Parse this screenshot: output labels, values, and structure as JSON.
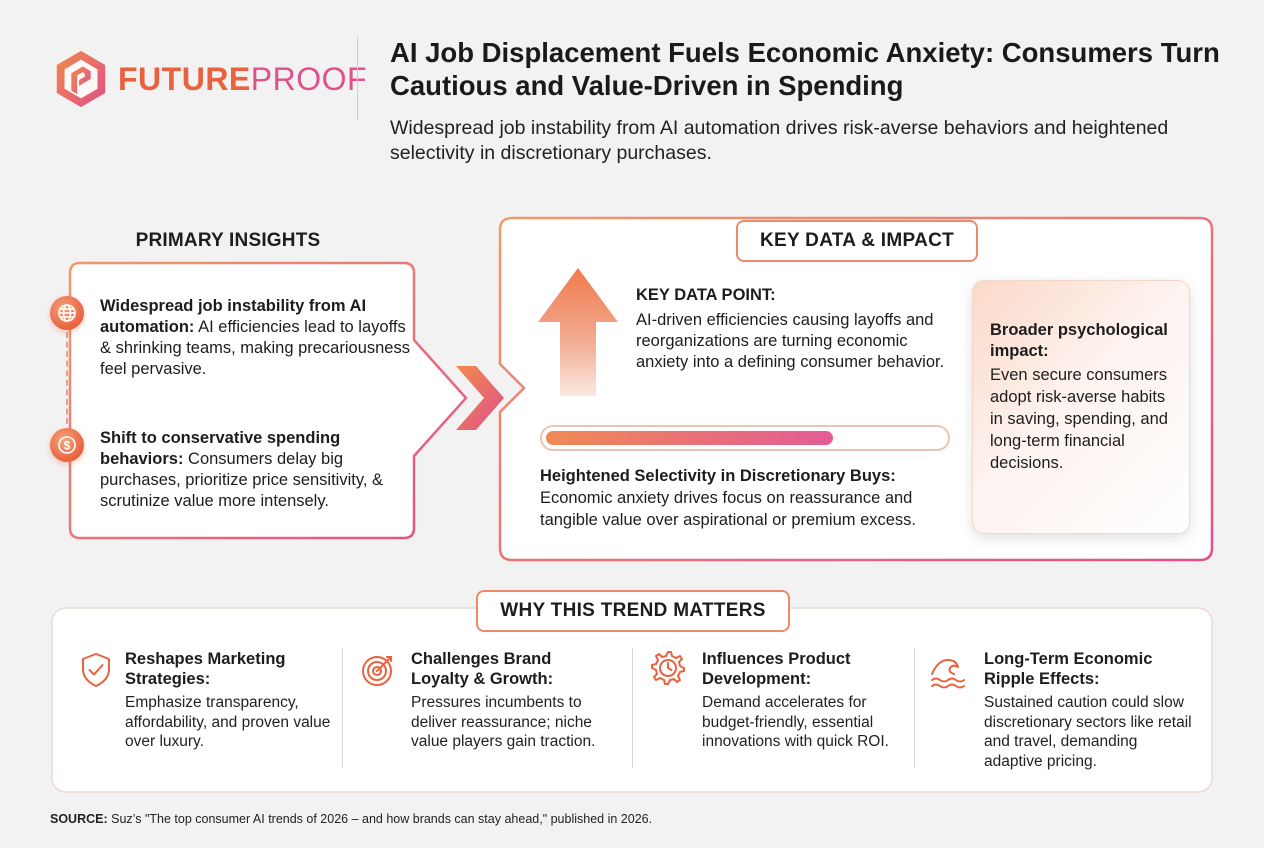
{
  "header": {
    "brand_part1": "FUTURE",
    "brand_part2": "PROOF",
    "title": "AI Job Displacement Fuels Economic Anxiety: Consumers Turn Cautious and Value-Driven in Spending",
    "subtitle": "Widespread job instability from AI automation drives risk-averse behaviors and heightened selectivity in discretionary purchases."
  },
  "primary_insights": {
    "heading": "PRIMARY INSIGHTS",
    "items": [
      {
        "icon": "globe-icon",
        "title": "Widespread job instability from AI automation:",
        "text": " AI efficiencies lead to layoffs & shrinking teams, making precariousness feel pervasive."
      },
      {
        "icon": "coin-icon",
        "title": "Shift to conservative spending behaviors:",
        "text": " Consumers delay big purchases, prioritize price sensitivity, & scrutinize value more intensely."
      }
    ]
  },
  "key_data": {
    "heading": "KEY DATA & IMPACT",
    "label": "KEY DATA POINT:",
    "text": "AI-driven efficiencies causing layoffs and reorganizations are turning economic anxiety into a defining consumer behavior.",
    "progress_fraction": 0.72,
    "selectivity_title": "Heightened Selectivity in Discretionary Buys:",
    "selectivity_text": "Economic anxiety drives focus on reassurance and tangible value over aspirational or premium excess.",
    "psych_title": "Broader psychological impact:",
    "psych_text": "Even secure consumers adopt risk-averse habits in saving, spending, and long-term financial decisions."
  },
  "why_matters": {
    "heading": "WHY THIS TREND MATTERS",
    "items": [
      {
        "icon": "shield-check-icon",
        "title": "Reshapes Marketing Strategies:",
        "text": "Emphasize transparency, affordability, and proven value over luxury."
      },
      {
        "icon": "target-icon",
        "title": "Challenges Brand Loyalty & Growth:",
        "text": "Pressures incumbents to deliver reassurance; niche value players gain traction."
      },
      {
        "icon": "gear-clock-icon",
        "title": "Influences Product Development:",
        "text": "Demand accelerates for budget-friendly, essential innovations with quick ROI."
      },
      {
        "icon": "wave-icon",
        "title": "Long-Term Economic Ripple Effects:",
        "text": "Sustained caution could slow discretionary sectors like retail and travel, demanding adaptive pricing."
      }
    ]
  },
  "source": {
    "label": "SOURCE:",
    "text": " Suz’s \"The top consumer AI trends of 2026 – and how brands can stay ahead,\" published in 2026."
  },
  "colors": {
    "orange": "#e8623f",
    "pink": "#e0508a",
    "border": "#ec8a6b"
  }
}
